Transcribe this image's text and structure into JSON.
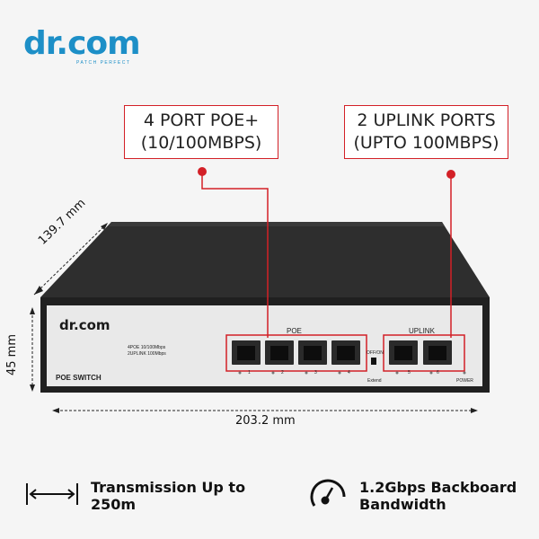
{
  "brand": {
    "logo": "dr.com",
    "tagline": "PATCH PERFECT"
  },
  "callouts": [
    {
      "line1": "4 PORT POE+",
      "line2": "(10/100MBPS)"
    },
    {
      "line1": "2 UPLINK PORTS",
      "line2": "(UPTO 100MBPS)"
    }
  ],
  "dimensions": {
    "depth": "139.7 mm",
    "height": "45 mm",
    "width": "203.2 mm"
  },
  "device": {
    "logo": "dr.com",
    "spec1": "4POE 10/100Mbps",
    "spec2": "2UPLINK 100Mbps",
    "name": "POE SWITCH",
    "poe_label": "POE",
    "uplink_label": "UPLINK",
    "switch_label": "OFF/ON",
    "extend_label": "Extend",
    "power_label": "POWER",
    "port_numbers": [
      "1",
      "2",
      "3",
      "4",
      "5",
      "6"
    ]
  },
  "features": [
    {
      "line1": "Transmission Up to",
      "line2": "250m",
      "icon": "cable-length-icon"
    },
    {
      "line1": "1.2Gbps Backboard",
      "line2": "Bandwidth",
      "icon": "speedometer-icon"
    }
  ],
  "colors": {
    "brand_blue": "#1d8fc7",
    "accent_red": "#d32027",
    "chassis": "#2b2b2b"
  }
}
